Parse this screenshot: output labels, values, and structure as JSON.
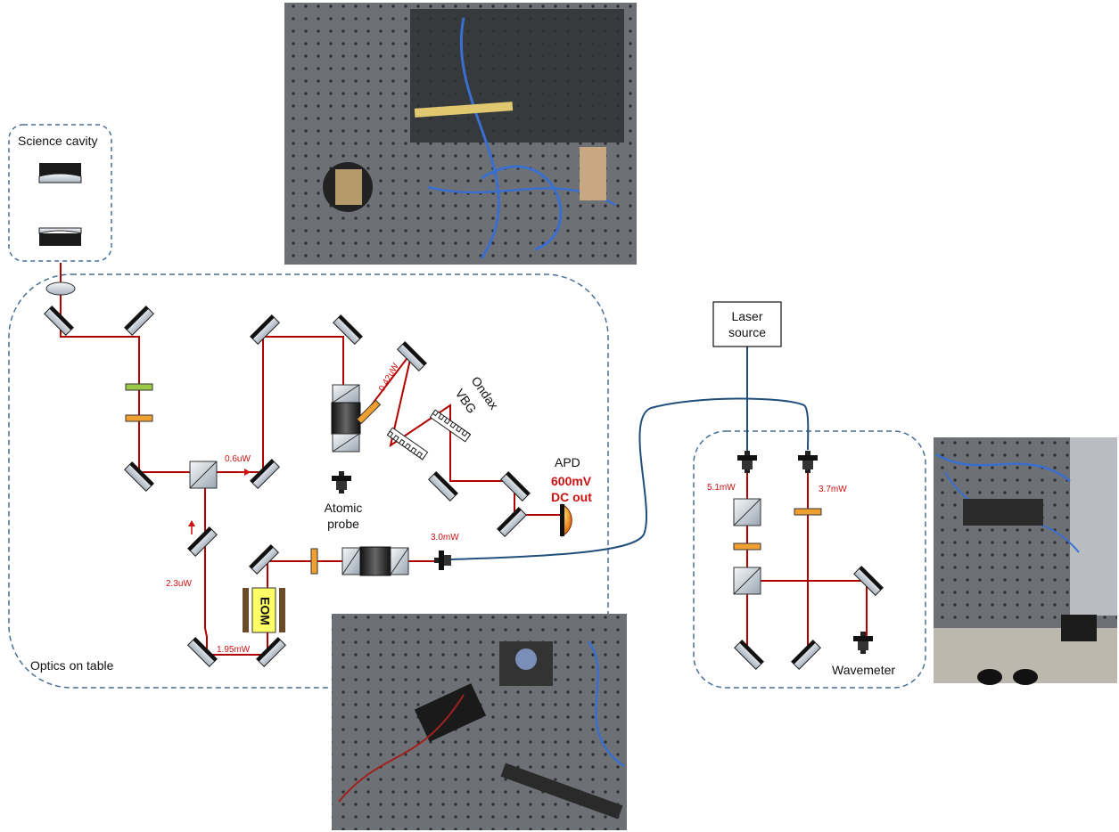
{
  "labels": {
    "science_cavity": "Science cavity",
    "optics_on_table": "Optics on table",
    "laser_source_line1": "Laser",
    "laser_source_line2": "source",
    "ondax_line1": "Ondax",
    "ondax_line2": "VBG",
    "apd": "APD",
    "apd_signal_line1": "600mV",
    "apd_signal_line2": "DC out",
    "atomic_probe_line1": "Atomic",
    "atomic_probe_line2": "probe",
    "eom": "EOM",
    "wavemeter": "Wavemeter"
  },
  "powers": {
    "p_0_42uw": "0.42uW",
    "p_0_6uw": "0.6uW",
    "p_2_3uw": "2.3uW",
    "p_1_95mw": "1.95mW",
    "p_3_0mw": "3.0mW",
    "p_5_1mw": "5.1mW",
    "p_3_7mw": "3.7mW"
  },
  "colors": {
    "beam": "#b00000",
    "fiber": "#1f4e79",
    "dashed_box": "#4a6f96",
    "power_text": "#cc1111",
    "waveplate_orange": "#f0a030",
    "waveplate_green": "#9cc84a",
    "eom_fill": "#ffff66",
    "eom_plates": "#6b4a2a",
    "apd_orange": "#e06000"
  }
}
